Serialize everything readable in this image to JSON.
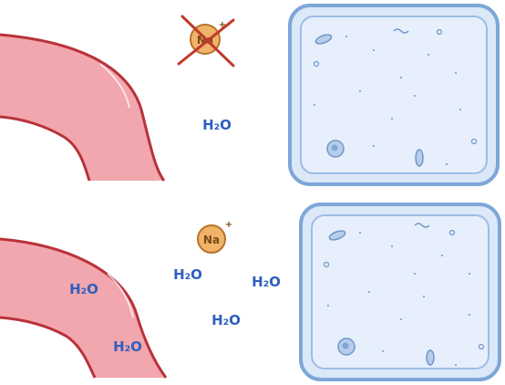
{
  "top_panel": {
    "ion": {
      "symbol": "Na",
      "charge": "+",
      "crossed_out": true
    },
    "water_labels": [
      "H₂O"
    ]
  },
  "bottom_panel": {
    "ion": {
      "symbol": "Na",
      "charge": "+",
      "crossed_out": false
    },
    "water_labels": [
      "H₂O",
      "H₂O",
      "H₂O",
      "H₂O",
      "H₂O"
    ]
  },
  "colors": {
    "vessel_fill": "#f2a6ad",
    "vessel_outline": "#b8323a",
    "cell_fill": "#dbe8f8",
    "cell_outline": "#7ea7d8",
    "ion_fill": "#f0b36a",
    "ion_outline": "#b8732a",
    "cross": "#c0392b",
    "water_text": "#2f5fbf"
  }
}
